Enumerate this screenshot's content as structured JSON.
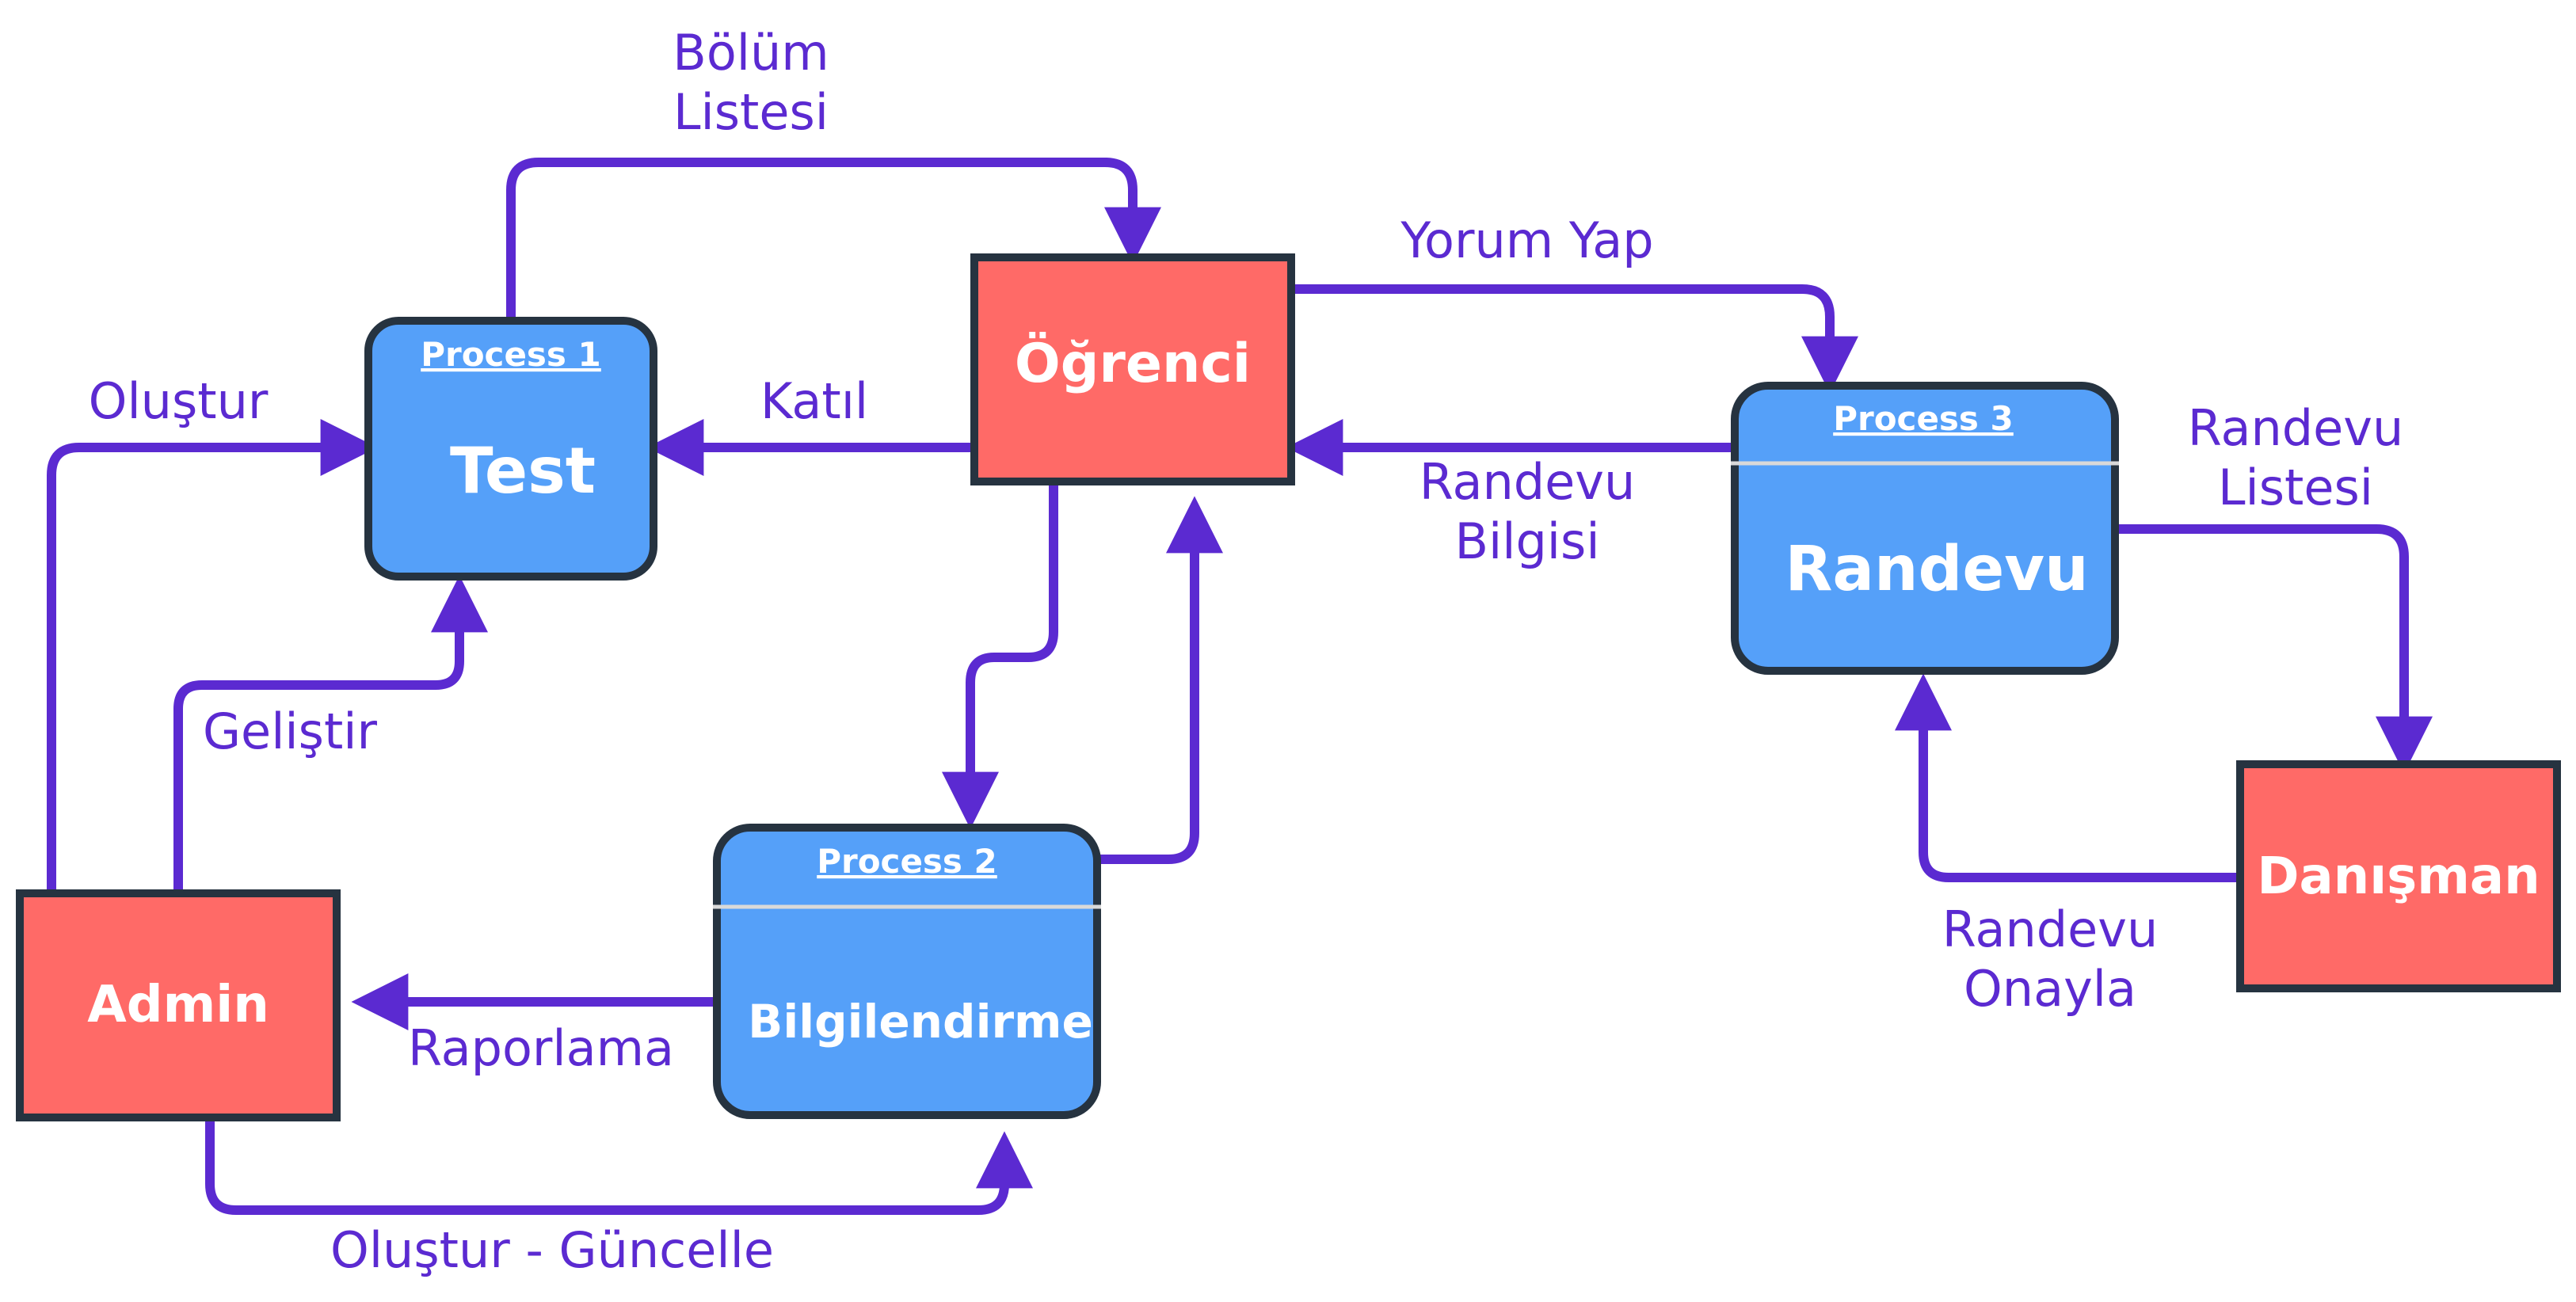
{
  "colors": {
    "arrow": "#5b2ad1",
    "label": "#5b2ad1",
    "process_fill": "#55a0f9",
    "entity_fill": "#ff6a67",
    "border": "#263340",
    "text_on_node": "#ffffff",
    "divider": "#d9d9d9"
  },
  "entities": {
    "ogrenci": "Öğrenci",
    "admin": "Admin",
    "danisman": "Danışman"
  },
  "processes": {
    "p1": {
      "header": "Process 1",
      "title": "Test"
    },
    "p2": {
      "header": "Process 2",
      "title": "Bilgilendirme"
    },
    "p3": {
      "header": "Process 3",
      "title": "Randevu"
    }
  },
  "flows": {
    "bolum_listesi": [
      "Bölüm",
      "Listesi"
    ],
    "yorum_yap": "Yorum Yap",
    "katil": "Katıl",
    "olustur": "Oluştur",
    "randevu_bilgisi": [
      "Randevu",
      "Bilgisi"
    ],
    "randevu_listesi": [
      "Randevu",
      "Listesi"
    ],
    "gelistir": "Geliştir",
    "randevu_onayla": [
      "Randevu",
      "Onayla"
    ],
    "raporlama": "Raporlama",
    "olustur_guncelle": "Oluştur - Güncelle"
  }
}
